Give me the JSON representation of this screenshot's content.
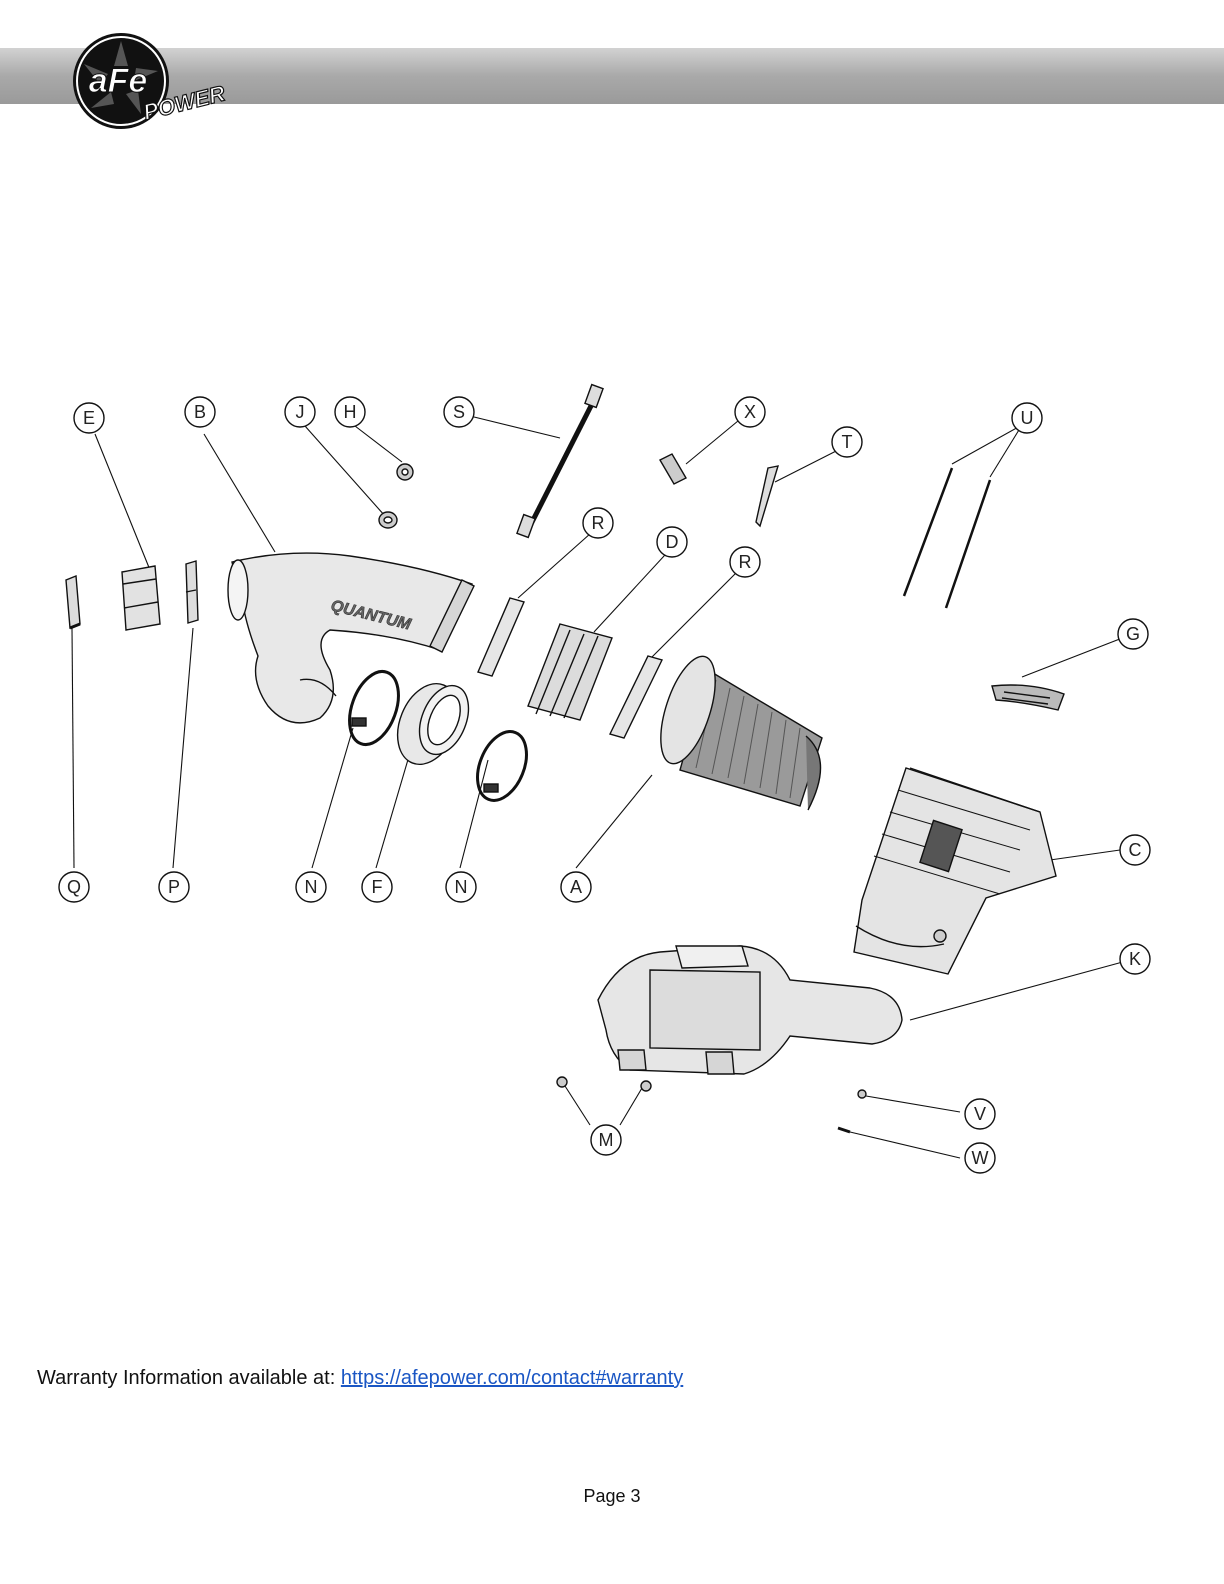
{
  "header": {
    "logo": {
      "brand_top": "aFe",
      "brand_bottom": "POWER",
      "icon": "afe-power-logo"
    }
  },
  "diagram": {
    "product_emblem": "QUANTUM",
    "callouts": [
      "A",
      "B",
      "C",
      "D",
      "E",
      "F",
      "G",
      "H",
      "J",
      "K",
      "M",
      "N",
      "N",
      "P",
      "Q",
      "R",
      "R",
      "S",
      "T",
      "U",
      "V",
      "W",
      "X"
    ]
  },
  "footer": {
    "warranty_prefix": "Warranty Information available at:",
    "warranty_link": "https://afepower.com/contact#warranty",
    "page_label": "Page 3"
  }
}
